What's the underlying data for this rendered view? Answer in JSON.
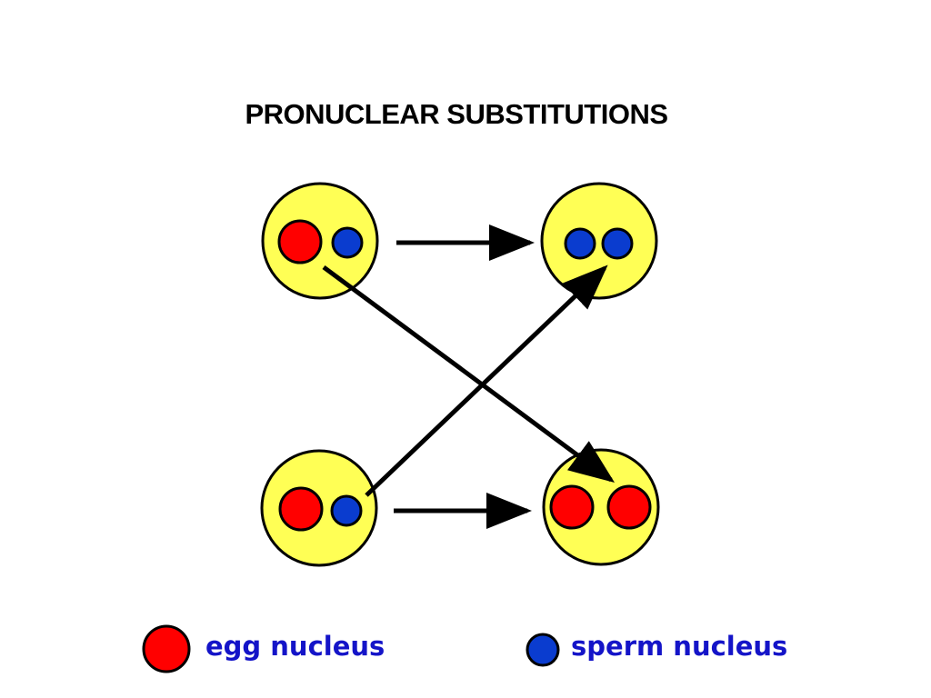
{
  "title": "PRONUCLEAR SUBSTITUTIONS",
  "colors": {
    "cell_fill": "#ffff55",
    "egg_nucleus": "#ff0000",
    "sperm_nucleus": "#0a3ccf",
    "legend_text": "#1414c8",
    "stroke": "#000000"
  },
  "cells": [
    {
      "name": "source-cell-top",
      "nuclei": [
        "egg",
        "sperm"
      ]
    },
    {
      "name": "result-cell-sperm-sperm",
      "nuclei": [
        "sperm",
        "sperm"
      ]
    },
    {
      "name": "source-cell-bottom",
      "nuclei": [
        "egg",
        "sperm"
      ]
    },
    {
      "name": "result-cell-egg-egg",
      "nuclei": [
        "egg",
        "egg"
      ]
    }
  ],
  "legend": {
    "egg_label": "egg nucleus",
    "sperm_label": "sperm nucleus"
  }
}
